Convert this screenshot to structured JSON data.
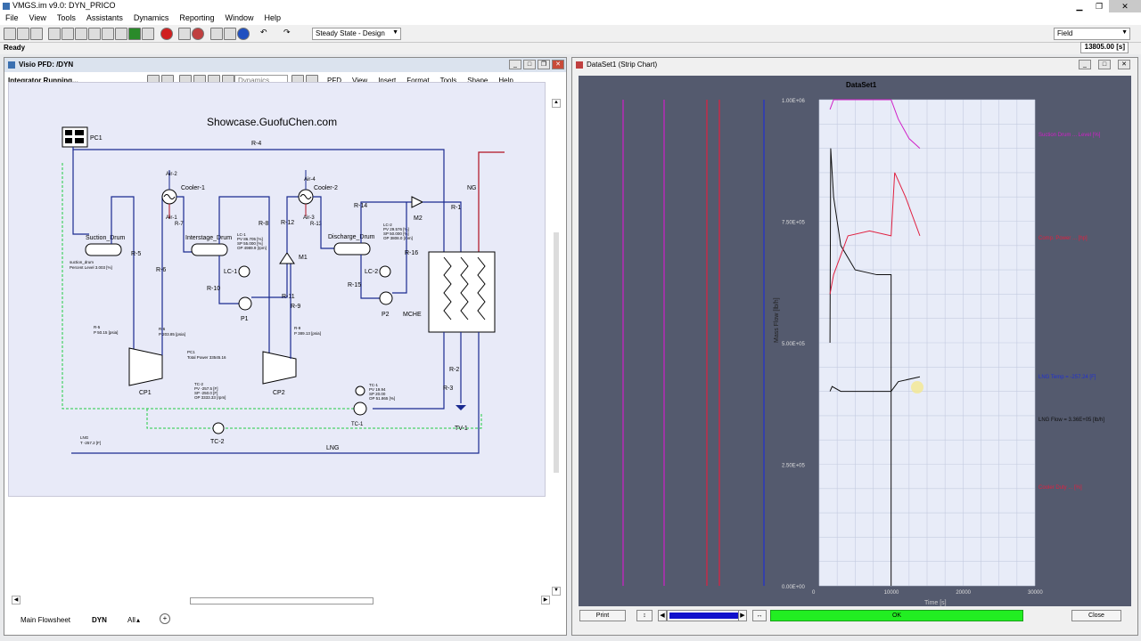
{
  "app": {
    "title": "VMGS.im v9.0: DYN_PRICO",
    "status": "Ready",
    "sim_time": "13805.00 [s]"
  },
  "menu": [
    "File",
    "View",
    "Tools",
    "Assistants",
    "Dynamics",
    "Reporting",
    "Window",
    "Help"
  ],
  "toolbar": {
    "mode_select": "Steady State - Design",
    "field_select": "Field"
  },
  "visio": {
    "title": "Visio PFD: /DYN",
    "running": "Integrator Running...",
    "mode_select": "Dynamics",
    "menu": [
      "PFD",
      "View",
      "Insert",
      "Format",
      "Tools",
      "Shape",
      "Help"
    ],
    "tabs": [
      "Main Flowsheet",
      "DYN",
      "All"
    ],
    "watermark": "Showcase.GuofuChen.com",
    "labels": {
      "pc1": "PC1",
      "r4": "R-4",
      "air2": "Air-2",
      "cooler1": "Cooler-1",
      "air1": "Air-1",
      "r7": "R-7",
      "air4": "Air-4",
      "cooler2": "Cooler-2",
      "air3": "Air-3",
      "r12": "R-12",
      "r13": "R-13",
      "r14": "R-14",
      "m2": "M2",
      "r1": "R-1",
      "ng": "NG",
      "suction": "Suction_Drum",
      "interstage": "Interstage_Drum",
      "discharge": "Discharge_Drum",
      "r5": "R-5",
      "r6": "R-6",
      "r8": "R-8",
      "m1": "M1",
      "r16": "R-16",
      "lc1": "LC-1",
      "lc2": "LC-2",
      "r10": "R-10",
      "r11": "R-11",
      "r9": "R-9",
      "r15": "R-15",
      "p1": "P1",
      "p2": "P2",
      "mche": "MCHE",
      "cp1": "CP1",
      "cp2": "CP2",
      "r2": "R-2",
      "r3": "R-3",
      "tv1": "TV-1",
      "tc2": "TC-2",
      "tc1": "TC-1",
      "lng": "LNG"
    },
    "tags": {
      "suction": [
        "suction_drum",
        "Percent Level 3.003 [%]"
      ],
      "r5": [
        "R-5",
        "P 50.15 [psia]"
      ],
      "r6": [
        "R-6",
        "P 203.85 [psia]"
      ],
      "pc1box": [
        "PC1",
        "Total Power 33545.16"
      ],
      "r9": [
        "R-9",
        "P 389.13 [psia]"
      ],
      "lc1": [
        "LC-1",
        "PV 86.705 [%]",
        "SP 55.000 [%]",
        "OP 4989.9 [rpm]"
      ],
      "lc2": [
        "LC-2",
        "PV 29.576 [%]",
        "SP 50.000 [%]",
        "OP 3808.0 [rpm]"
      ],
      "tc2": [
        "TC-2",
        "PV -257.5 [F]",
        "SP -250.0 [F]",
        "OP 3333.33 [rpm]"
      ],
      "tc1": [
        "TC-1",
        "PV 19.94",
        "SP 20.00",
        "OP 51.865 [%]"
      ],
      "lng": [
        "LNG",
        "T -257.2 [F]"
      ]
    }
  },
  "strip": {
    "title": "DataSet1 (Strip Chart)",
    "chart_title": "DataSet1",
    "legends": [
      "Suction Drum ... Level [%]",
      "Comp. Power ... [hp]",
      "LNG Temp = -257.24 [F]",
      "LNG Flow = 3.36E+05 [lb/h]",
      "Cooler Duty ... [%]"
    ],
    "buttons": {
      "print": "Print",
      "ok": "OK",
      "close": "Close"
    },
    "colors": {
      "magenta": "#d020c8",
      "red": "#e02040",
      "blue": "#2030d0",
      "black": "#101010"
    }
  },
  "chart_data": {
    "type": "line",
    "title": "DataSet1",
    "xlabel": "Time [s]",
    "ylabel": "Mass Flow [lb/h]",
    "xlim": [
      0,
      30000
    ],
    "ylim": [
      0,
      1000000
    ],
    "xticks": [
      "0",
      "10000",
      "20000",
      "30000"
    ],
    "yticks": [
      "0.00E+00",
      "2.50E+05",
      "5.00E+05",
      "7.50E+05",
      "1.00E+06"
    ],
    "grid": true,
    "series": [
      {
        "name": "LNG Flow",
        "color": "#101010",
        "x": [
          1500,
          1600,
          2000,
          3000,
          5000,
          8000,
          10000,
          10000
        ],
        "y": [
          500000,
          900000,
          800000,
          700000,
          650000,
          640000,
          640000,
          0
        ]
      },
      {
        "name": "LNG Temp",
        "color": "#101010",
        "x": [
          1500,
          1800,
          3000,
          10000,
          11000,
          14000
        ],
        "y": [
          400000,
          410000,
          400000,
          400000,
          420000,
          430000
        ]
      },
      {
        "name": "Comp. Power",
        "color": "#e02040",
        "x": [
          1500,
          2000,
          4000,
          7000,
          10000,
          10500,
          12000,
          14000
        ],
        "y": [
          600000,
          640000,
          720000,
          730000,
          720000,
          850000,
          800000,
          720000
        ]
      },
      {
        "name": "Suction Drum Level",
        "color": "#d020c8",
        "x": [
          1500,
          2000,
          10000,
          11000,
          12500,
          14000
        ],
        "y": [
          980000,
          1000000,
          1000000,
          960000,
          920000,
          900000
        ]
      }
    ]
  }
}
